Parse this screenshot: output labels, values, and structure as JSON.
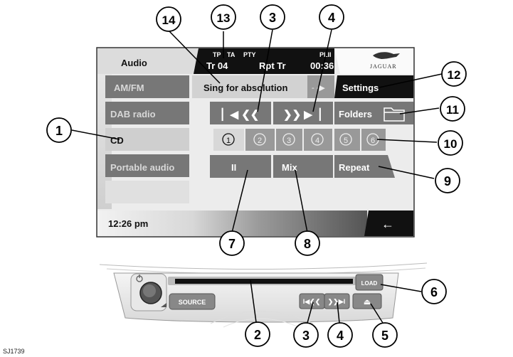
{
  "screen": {
    "title": "Audio",
    "status": {
      "tp": "TP",
      "ta": "TA",
      "pty": "PTY",
      "pl": "PLII"
    },
    "track": "Tr 04",
    "mode": "Rpt Tr",
    "elapsed": "00:36",
    "brand": "JAGUAR",
    "sources": [
      "AM/FM",
      "DAB radio",
      "CD",
      "Portable audio"
    ],
    "now_playing": "Sing for absolution",
    "scroll_arrow": "- -▶",
    "settings": "Settings",
    "folders": "Folders",
    "prev_label": "▏◀ ❮❮",
    "next_label": "❯❯ ▶▕",
    "presets": [
      "1",
      "2",
      "3",
      "4",
      "5",
      "6"
    ],
    "pause_label": "II",
    "mix": "Mix",
    "repeat": "Repeat",
    "clock": "12:26 pm",
    "back_arrow": "←"
  },
  "panel": {
    "source": "SOURCE",
    "load": "LOAD",
    "prev": "I◀❮❮",
    "next": "❯❯▶I",
    "eject": "⏏"
  },
  "callouts": {
    "n1": "1",
    "n2": "2",
    "n3": "3",
    "n4": "4",
    "n5": "5",
    "n6": "6",
    "n7": "7",
    "n8": "8",
    "n9": "9",
    "n10": "10",
    "n11": "11",
    "n12": "12",
    "n13": "13",
    "n14": "14"
  },
  "image_ref": "SJ1739",
  "colors": {
    "dark_gray": "#6f6f6f",
    "light_gray": "#cfcfcf",
    "black": "#111111"
  }
}
